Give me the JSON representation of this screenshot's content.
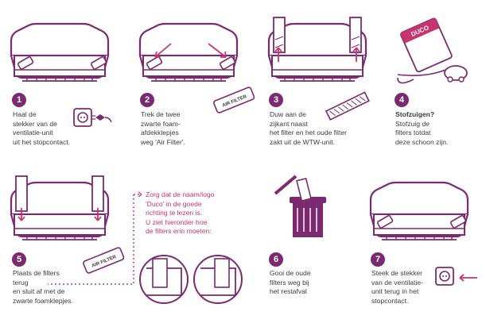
{
  "colors": {
    "purple": "#7b2a6f",
    "pink": "#c8346e",
    "text": "#3c3c3c"
  },
  "steps": [
    {
      "number": "1",
      "lines": [
        "Haal de",
        "stekker van de",
        "ventilatie-unit",
        "uit het stopcontact."
      ]
    },
    {
      "number": "2",
      "lines": [
        "Trek de twee",
        "zwarte foam-",
        "afdekklepjes",
        "weg 'Air Filter'."
      ],
      "filter_label": "AIR FILTER"
    },
    {
      "number": "3",
      "lines": [
        "Duw aan de",
        "zijkant naast",
        "het filter en het oude filter",
        "zakt uit de WTW-unit."
      ]
    },
    {
      "number": "4",
      "title": "Stofzuigen?",
      "lines": [
        "Stofzuig de",
        "filters totdat",
        "deze schoon zijn."
      ],
      "brand": "DUCO"
    },
    {
      "number": "5",
      "lines": [
        "Plaats de filters",
        "terug",
        "en sluit af met de",
        "zwarte foamklepjes."
      ],
      "filter_label": "AIR FILTER"
    },
    {
      "number": "6",
      "lines": [
        "Gooi de oude",
        "filters weg bij",
        "het restafval"
      ]
    },
    {
      "number": "7",
      "lines": [
        "Steek de stekker",
        "van de ventilatie-",
        "unit terug in het",
        "stopcontact."
      ]
    }
  ],
  "note": {
    "lines": [
      "Zorg dat de naam/logo",
      "'Duco' in de goede",
      "richting te lezen is.",
      "U ziet hieronder hoe",
      "de filters erin moeten:"
    ]
  }
}
